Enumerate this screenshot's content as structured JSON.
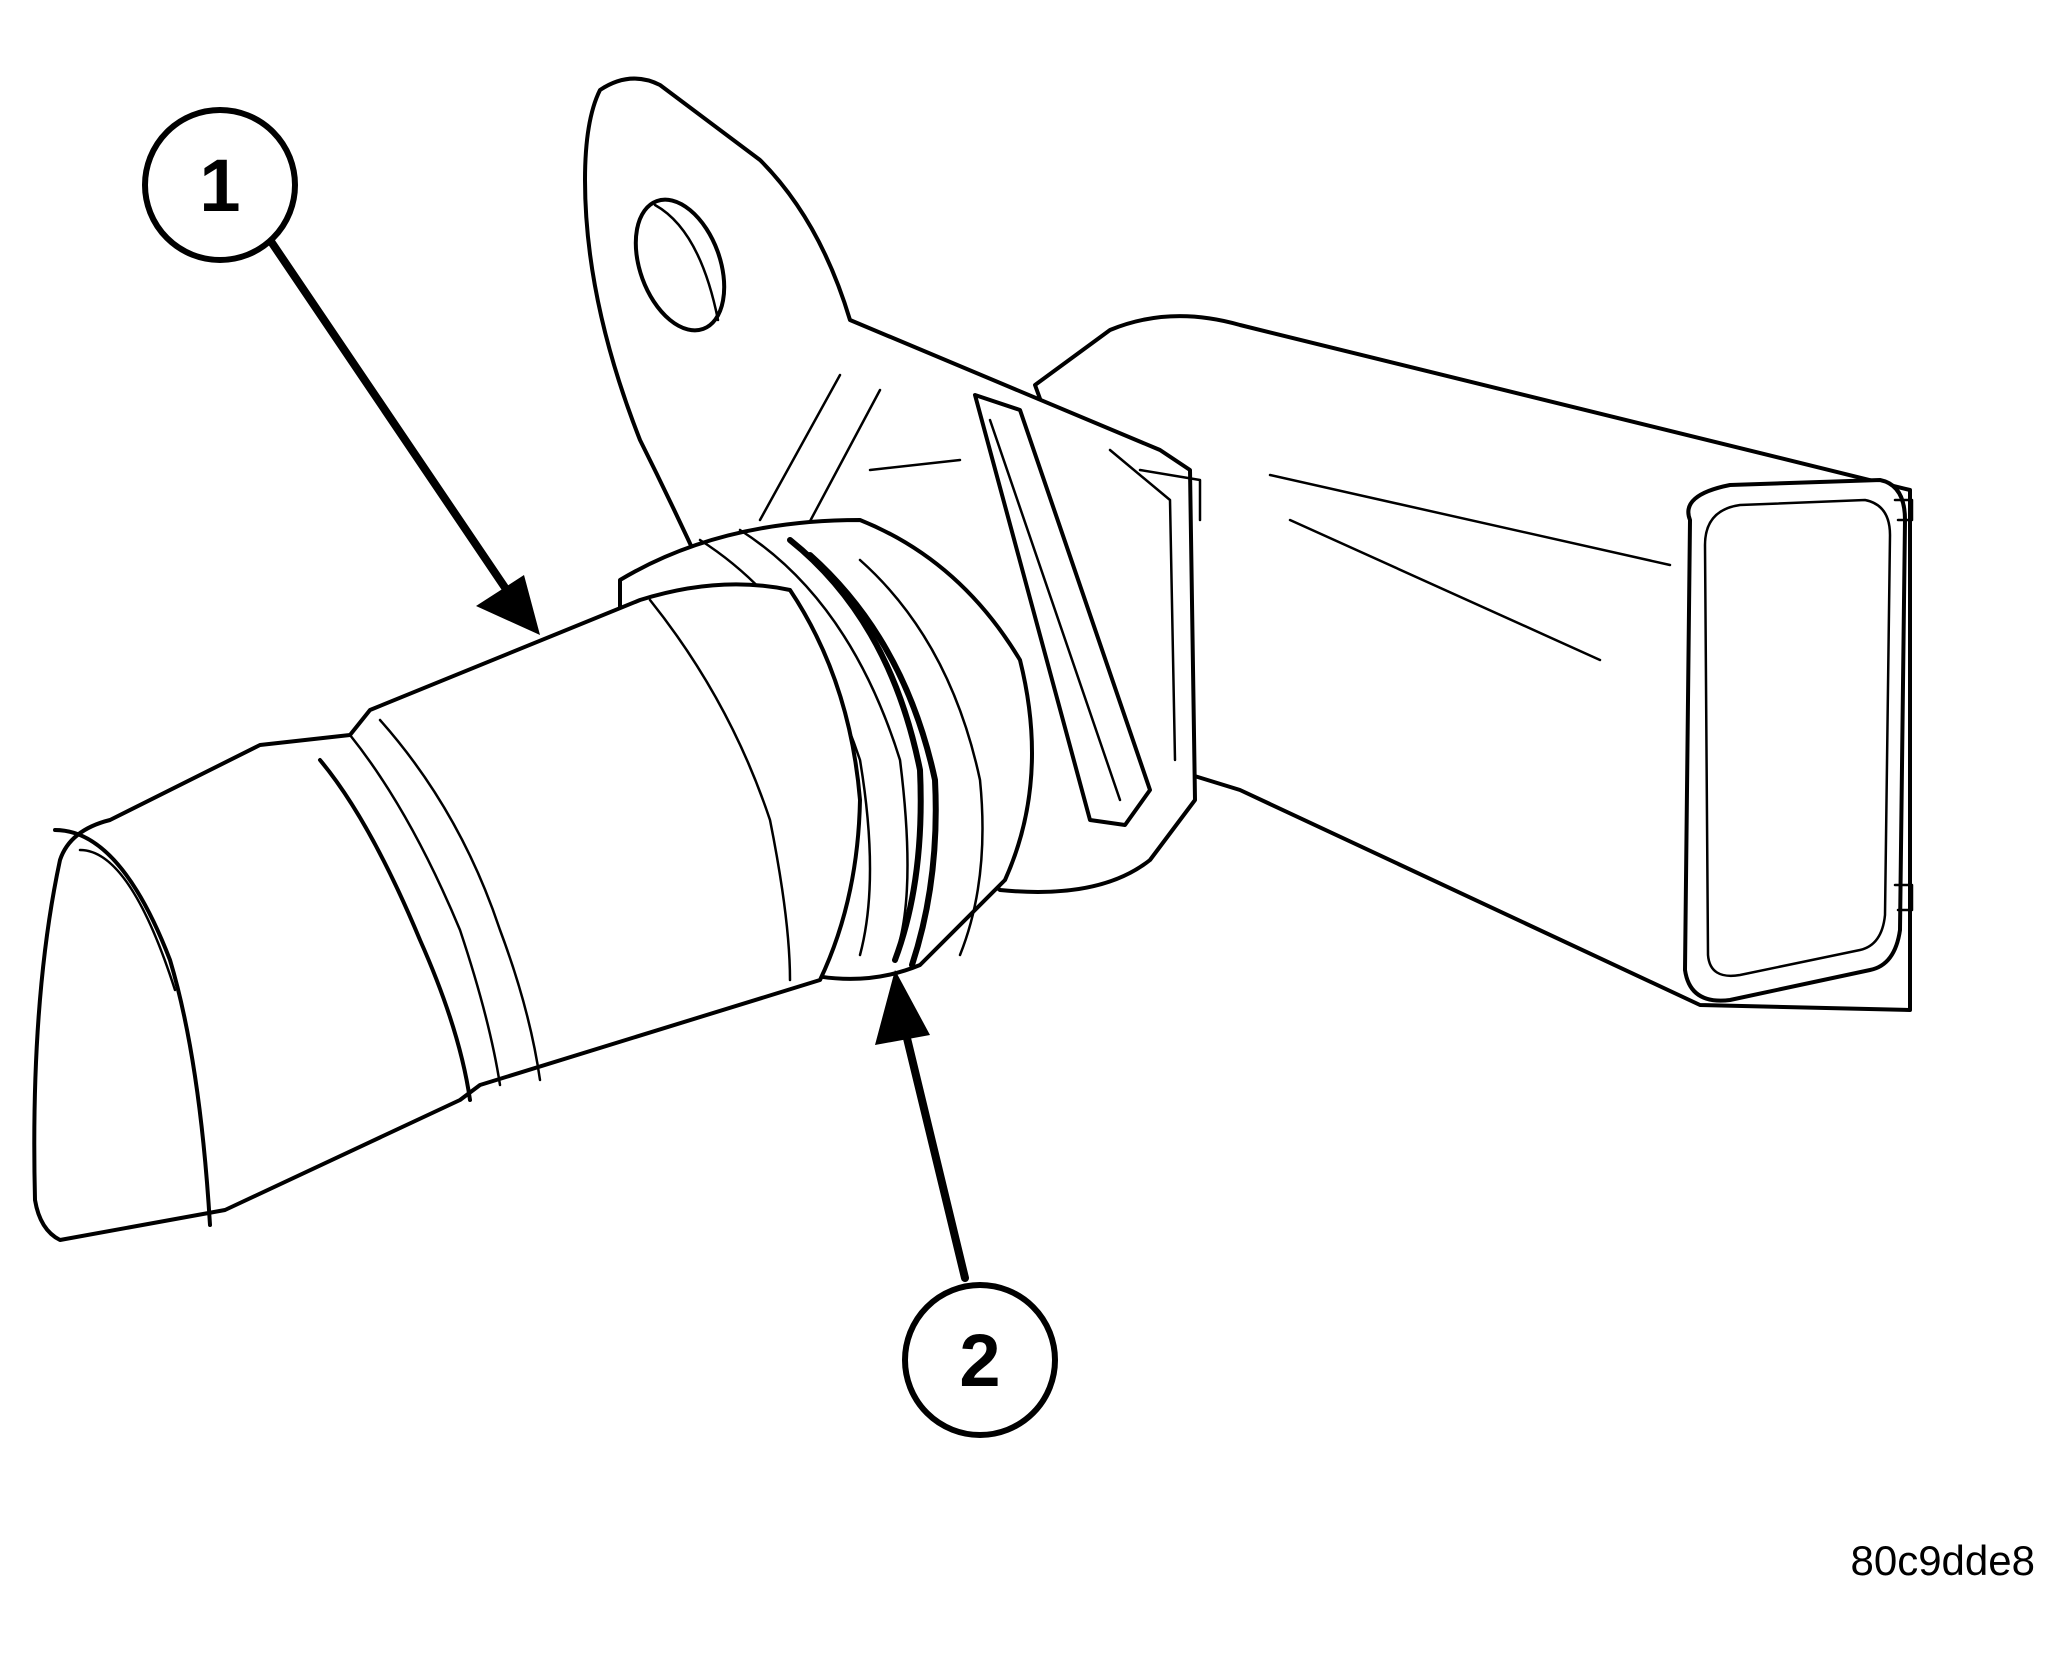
{
  "figure": {
    "id_label": "80c9dde8",
    "callouts": [
      {
        "number": "1"
      },
      {
        "number": "2"
      }
    ]
  }
}
